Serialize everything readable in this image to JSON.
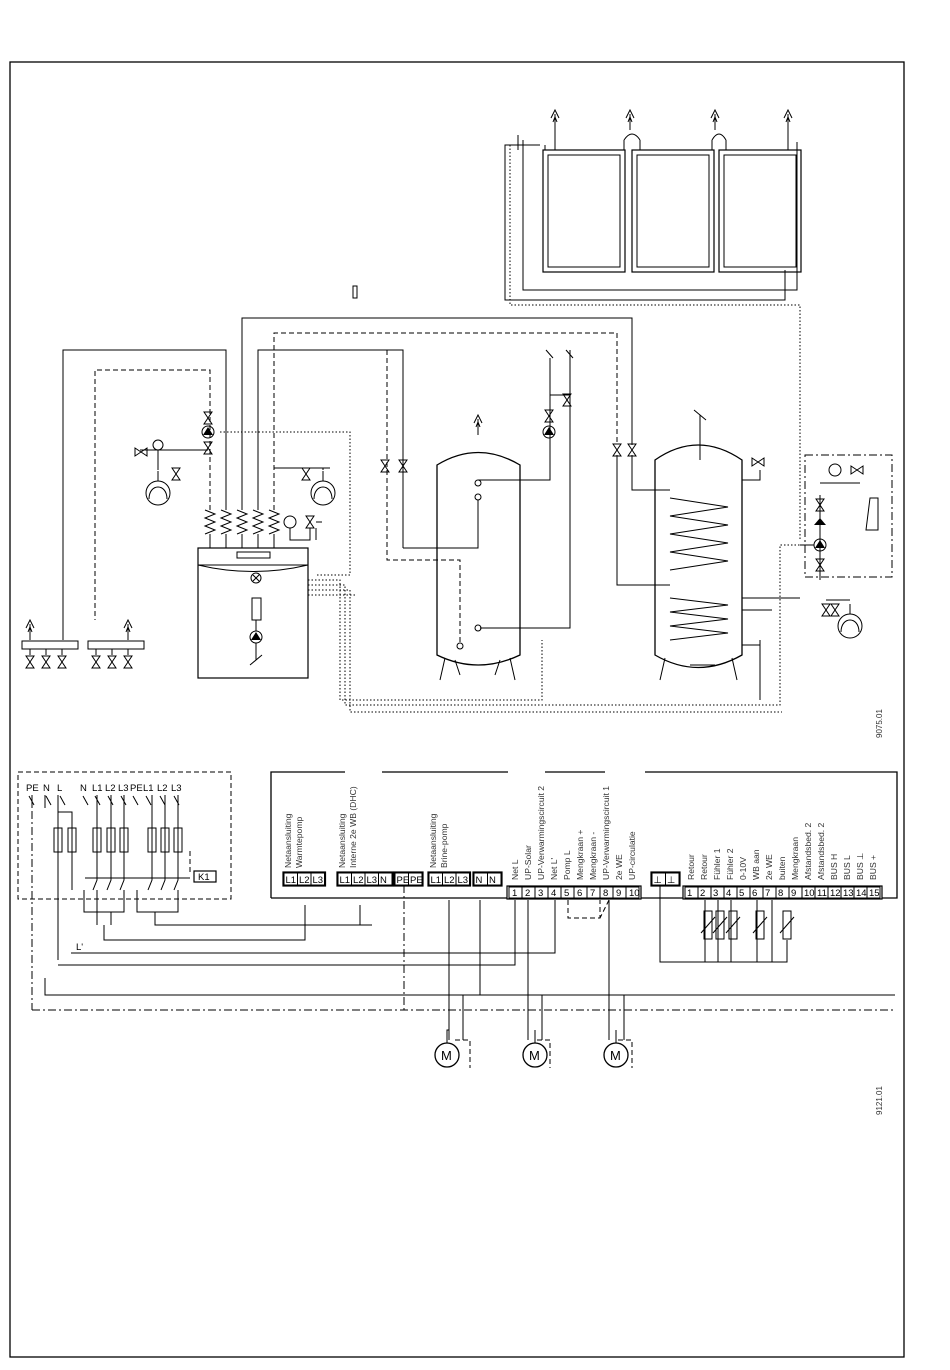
{
  "hydraulic": {
    "figure_code": "9075.01"
  },
  "wiring": {
    "figure_code": "9121.01",
    "supply_labels": [
      "PE",
      "N",
      "L",
      "N",
      "L1",
      "L2",
      "L3",
      "PE",
      "L1",
      "L2",
      "L3"
    ],
    "contactor_label": "K1",
    "l_prime_label": "L'",
    "motor_label": "M",
    "groups": [
      {
        "title": "Netaansluiting Warmtepomp",
        "terminals": [
          "L1",
          "L2",
          "L3"
        ]
      },
      {
        "title": "Netaansluiting Interne 2e WB (DHC)",
        "terminals": [
          "L1",
          "L2",
          "L3",
          "N"
        ]
      },
      {
        "title": "",
        "terminals": [
          "PE",
          "PE"
        ]
      },
      {
        "title": "Netaansluiting Brine-pomp",
        "terminals": [
          "L1",
          "L2",
          "L3"
        ]
      },
      {
        "title": "",
        "terminals": [
          "N",
          "N"
        ]
      },
      {
        "title": "",
        "terminals": [
          "⊥",
          "⊥"
        ]
      }
    ],
    "control_terminals": [
      {
        "no": "1",
        "label": "Net L"
      },
      {
        "no": "2",
        "label": "UP-Solar"
      },
      {
        "no": "3",
        "label": "UP-Verwarmingscircuit 2"
      },
      {
        "no": "4",
        "label": "Net L'"
      },
      {
        "no": "5",
        "label": "Pomp L"
      },
      {
        "no": "6",
        "label": "Mengkraan +"
      },
      {
        "no": "7",
        "label": "Mengkraan -"
      },
      {
        "no": "8",
        "label": "UP-Verwarmingscircuit 1"
      },
      {
        "no": "9",
        "label": "2e WE"
      },
      {
        "no": "10",
        "label": "UP-circulatie"
      }
    ],
    "sensor_terminals": [
      {
        "no": "1",
        "label": "Retour"
      },
      {
        "no": "2",
        "label": "Retour"
      },
      {
        "no": "3",
        "label": "Fühler 1"
      },
      {
        "no": "4",
        "label": "Fühler 2"
      },
      {
        "no": "5",
        "label": "0-10V"
      },
      {
        "no": "6",
        "label": "WB aan"
      },
      {
        "no": "7",
        "label": "2e WE"
      },
      {
        "no": "8",
        "label": "buiten"
      },
      {
        "no": "9",
        "label": "Mengkraan"
      },
      {
        "no": "10",
        "label": "Afstandsbed. 2"
      },
      {
        "no": "11",
        "label": "Afstandsbed. 2"
      },
      {
        "no": "12",
        "label": "BUS H"
      },
      {
        "no": "13",
        "label": "BUS L"
      },
      {
        "no": "14",
        "label": "BUS ⊥"
      },
      {
        "no": "15",
        "label": "BUS +"
      }
    ]
  }
}
